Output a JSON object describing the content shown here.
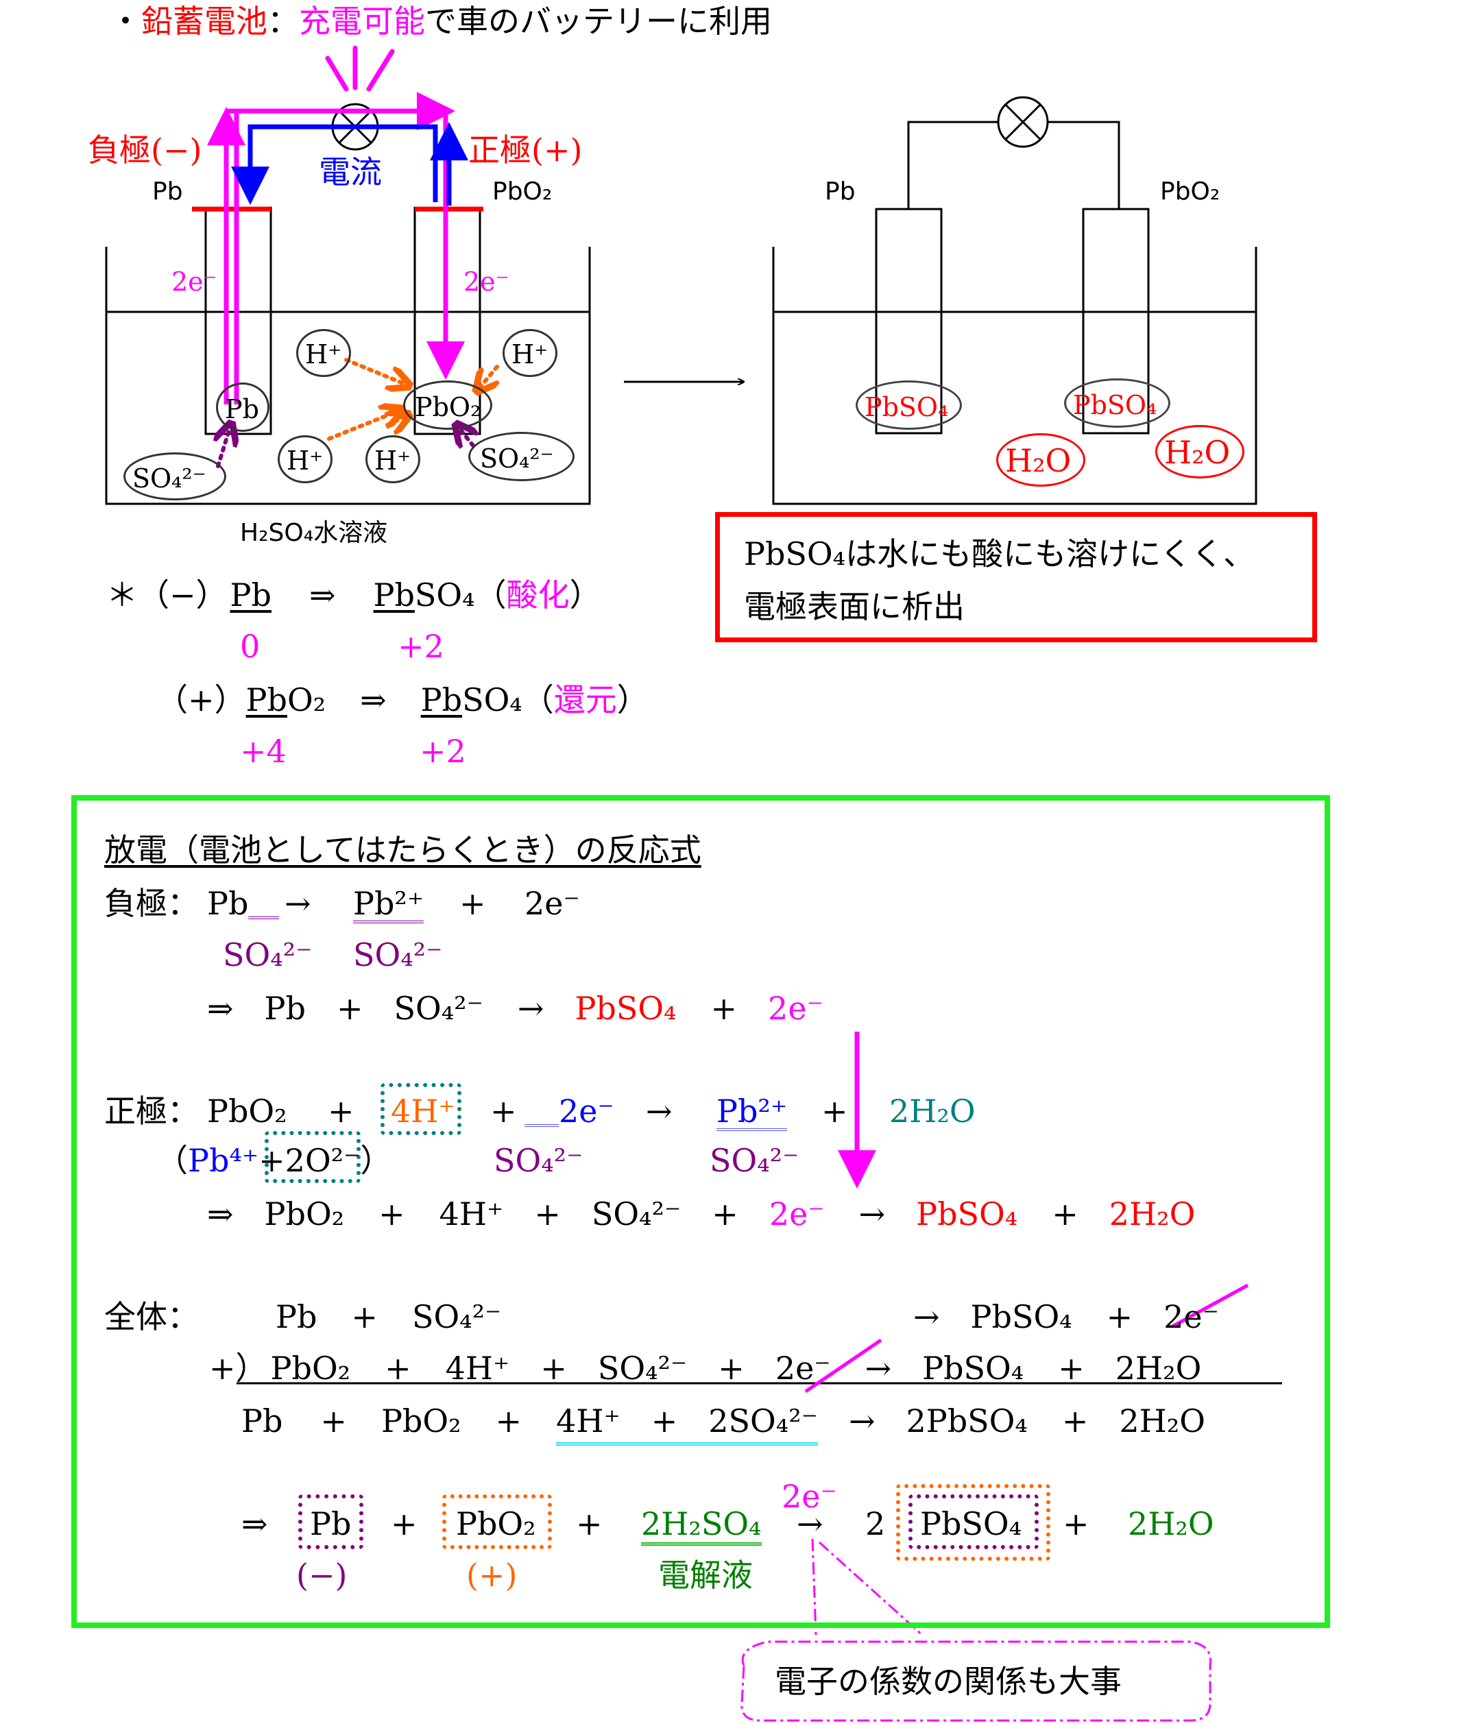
{
  "title": {
    "bullet": "・",
    "name": "鉛蓄電池",
    "colon": "：",
    "rechargeable": "充電可能",
    "rest": "で車のバッテリーに利用"
  },
  "cell_left": {
    "neg_label": "負極(−)",
    "pos_label": "正極(+)",
    "current": "電流",
    "pb": "Pb",
    "pbo2": "PbO₂",
    "e_left": "2e⁻",
    "e_right": "2e⁻",
    "ion_h1": "H⁺",
    "ion_h2": "H⁺",
    "ion_h3": "H⁺",
    "ion_h4": "H⁺",
    "ion_pb": "Pb",
    "ion_pbo2": "PbO₂",
    "ion_so4_left": "SO₄²⁻",
    "ion_so4_right": "SO₄²⁻",
    "solution": "H₂SO₄水溶液"
  },
  "cell_right": {
    "pb": "Pb",
    "pbo2": "PbO₂",
    "pbso4_left": "PbSO₄",
    "pbso4_right": "PbSO₄",
    "h2o_left": "H₂O",
    "h2o_right": "H₂O"
  },
  "note_box": {
    "line1": "PbSO₄は水にも酸にも溶けにくく、",
    "line2": "電極表面に析出"
  },
  "oxidation": {
    "star": "＊",
    "neg": "（−）",
    "pb": "Pb",
    "arrow": "⇒",
    "pbso4_pb": "Pb",
    "pbso4_rest": "SO₄",
    "open": "（",
    "label": "酸化",
    "close": "）",
    "n1": "0",
    "n2": "+2"
  },
  "reduction": {
    "pos": "（+）",
    "pbo2_pb": "Pb",
    "pbo2_rest": "O₂",
    "arrow": "⇒",
    "pbso4_pb": "Pb",
    "pbso4_rest": "SO₄",
    "open": "（",
    "label": "還元",
    "close": "）",
    "n1": "+4",
    "n2": "+2"
  },
  "discharge": {
    "heading": "放電（電池としてはたらくとき）の反応式",
    "neg": {
      "label": "負極：",
      "pb": "Pb",
      "arrow": "→",
      "pb2": "Pb²⁺",
      "plus": "+",
      "e": "2e⁻",
      "so4_a": "SO₄²⁻",
      "so4_b": "SO₄²⁻",
      "r_arrow": "⇒",
      "r_pb": "Pb",
      "r_plus1": "+",
      "r_so4": "SO₄²⁻",
      "r_to": "→",
      "r_pbso4": "PbSO₄",
      "r_plus2": "+",
      "r_e": "2e⁻"
    },
    "pos": {
      "label": "正極：",
      "pbo2": "PbO₂",
      "plus1": "+",
      "h": "4H⁺",
      "plus2": "+",
      "e": "2e⁻",
      "arrow": "→",
      "pb2": "Pb²⁺",
      "plus3": "+",
      "h2o": "2H₂O",
      "sub_open": "（",
      "sub_pb4": "Pb⁴⁺",
      "sub_plus": "+",
      "sub_o": "2O²⁻",
      "sub_close": "）",
      "so4_a": "SO₄²⁻",
      "so4_b": "SO₄²⁻",
      "r_arrow": "⇒",
      "r_pbo2": "PbO₂",
      "r_p1": "+",
      "r_h": "4H⁺",
      "r_p2": "+",
      "r_so4": "SO₄²⁻",
      "r_p3": "+",
      "r_e": "2e⁻",
      "r_to": "→",
      "r_pbso4": "PbSO₄",
      "r_p4": "+",
      "r_h2o": "2H₂O"
    },
    "total": {
      "label": "全体：",
      "a_pb": "Pb",
      "a_p1": "+",
      "a_so4": "SO₄²⁻",
      "a_to": "→",
      "a_pbso4": "PbSO₄",
      "a_p2": "+",
      "a_e": "2e⁻",
      "b_plus": "+）",
      "b_pbo2": "PbO₂",
      "b_p1": "+",
      "b_h": "4H⁺",
      "b_p2": "+",
      "b_so4": "SO₄²⁻",
      "b_p3": "+",
      "b_e": "2e⁻",
      "b_to": "→",
      "b_pbso4": "PbSO₄",
      "b_p4": "+",
      "b_h2o": "2H₂O",
      "c_pb": "Pb",
      "c_p1": "+",
      "c_pbo2": "PbO₂",
      "c_p2": "+",
      "c_h": "4H⁺",
      "c_p3": "+",
      "c_so4": "2SO₄²⁻",
      "c_to": "→",
      "c_pbso4": "2PbSO₄",
      "c_p4": "+",
      "c_h2o": "2H₂O"
    },
    "final": {
      "arrow": "⇒",
      "pb": "Pb",
      "p1": "+",
      "pbo2": "PbO₂",
      "p2": "+",
      "h2so4": "2H₂SO₄",
      "e": "2e⁻",
      "to": "→",
      "coef": "2",
      "pbso4": "PbSO₄",
      "p3": "+",
      "h2o": "2H₂O",
      "neg": "(−)",
      "pos": "(+)",
      "electrolyte": "電解液"
    }
  },
  "callout": "電子の係数の関係も大事"
}
